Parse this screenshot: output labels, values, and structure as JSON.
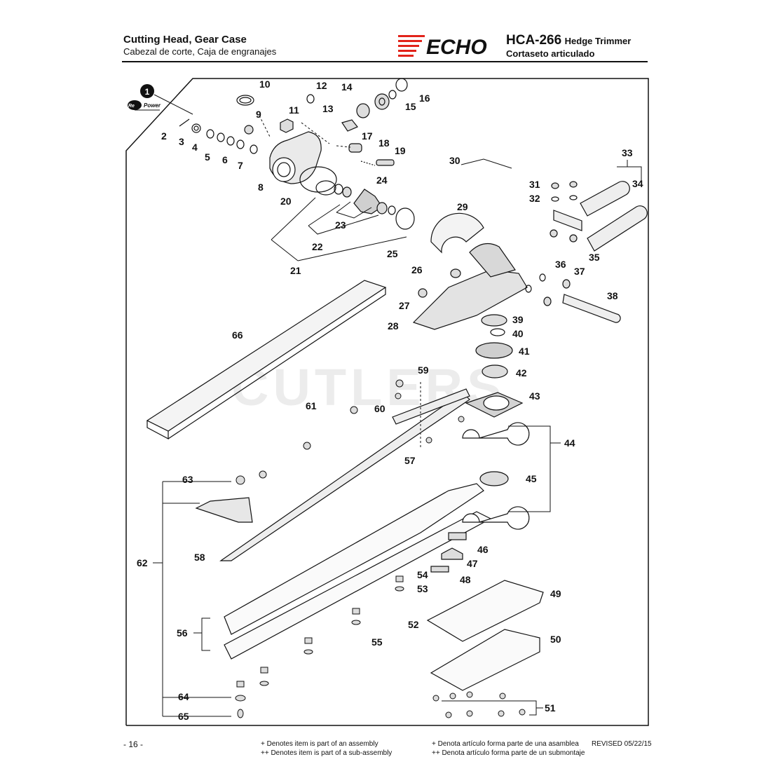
{
  "header": {
    "title": "Cutting Head, Gear Case",
    "subtitle": "Cabezal de corte, Caja de engranajes",
    "brand": "ECHO",
    "model": "HCA-266",
    "model_desc": "Hedge Trimmer",
    "model_desc_es": "Cortaseto articulado"
  },
  "watermark": "CUTLERS",
  "repower": {
    "num": "1",
    "label": "RePower"
  },
  "callouts": [
    "2",
    "3",
    "4",
    "5",
    "6",
    "7",
    "8",
    "9",
    "10",
    "11",
    "12",
    "13",
    "14",
    "15",
    "16",
    "17",
    "18",
    "19",
    "20",
    "21",
    "22",
    "23",
    "24",
    "25",
    "26",
    "27",
    "28",
    "29",
    "30",
    "31",
    "32",
    "33",
    "34",
    "35",
    "36",
    "37",
    "38",
    "39",
    "40",
    "41",
    "42",
    "43",
    "44",
    "45",
    "46",
    "47",
    "48",
    "49",
    "50",
    "51",
    "52",
    "53",
    "54",
    "55",
    "56",
    "57",
    "58",
    "59",
    "60",
    "61",
    "62",
    "63",
    "64",
    "65",
    "66"
  ],
  "footer": {
    "page": "- 16 -",
    "note_en_1": "+ Denotes item is part of an assembly",
    "note_en_2": "++ Denotes item is part of a sub-assembly",
    "note_es_1": "+ Denota artículo forma parte de una asamblea",
    "note_es_2": "++ Denota artículo forma parte de un submontaje",
    "revised": "REVISED 05/22/15"
  },
  "colors": {
    "brand_red": "#e2231a",
    "ink": "#111111"
  }
}
